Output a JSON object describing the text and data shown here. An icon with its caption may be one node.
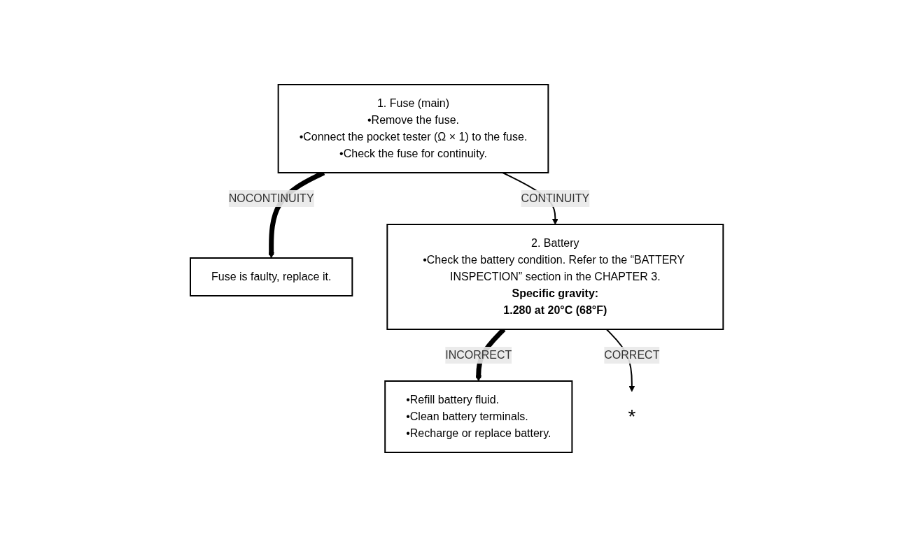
{
  "diagram": {
    "nodes": [
      {
        "text": [
          "1. Fuse (main)",
          "•Remove the fuse.",
          "•Connect the pocket tester (Ω × 1) to the fuse.",
          "•Check the fuse for continuity."
        ]
      },
      {
        "text": [
          "Fuse is faulty, replace it."
        ]
      },
      {
        "text": [
          "2. Battery",
          "•Check the battery condition. Refer to the “BATTERY INSPECTION” section in the CHAPTER 3.",
          "Specific gravity:",
          "1.280 at 20°C (68°F)"
        ]
      },
      {
        "text": [
          "•Refill battery fluid.",
          "•Clean battery terminals.",
          "•Recharge or replace battery."
        ]
      },
      {
        "text": [
          "*"
        ]
      }
    ],
    "edges": [
      {
        "from": 0,
        "to": 1,
        "arrow": "to",
        "label": "NOCONTINUITY",
        "style": "thick"
      },
      {
        "from": 0,
        "to": 2,
        "arrow": "to",
        "label": "CONTINUITY"
      },
      {
        "from": 2,
        "to": 3,
        "arrow": "to",
        "label": "INCORRECT",
        "style": "thick"
      },
      {
        "from": 2,
        "to": 4,
        "arrow": "to",
        "label": "CORRECT"
      }
    ]
  }
}
